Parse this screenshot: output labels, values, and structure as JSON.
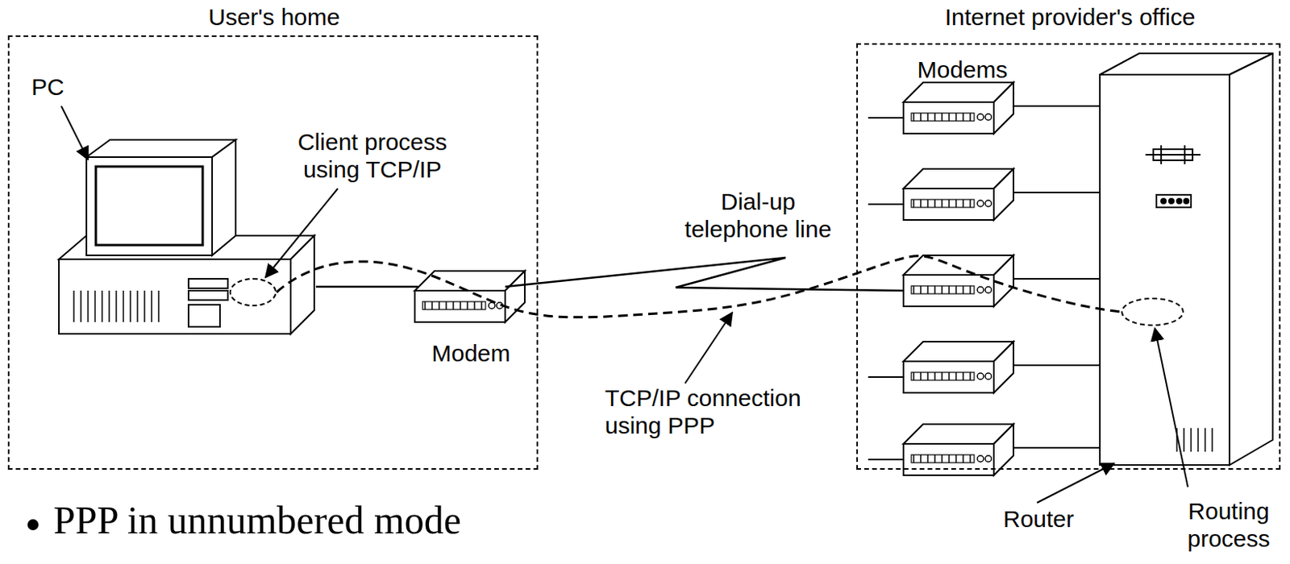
{
  "diagram": {
    "nodes": [
      {
        "text": [
          "User's home"
        ]
      },
      {
        "text": [
          "PC"
        ],
        "in": 0
      },
      {
        "text": [
          "Client process using TCP/IP"
        ],
        "in": 0
      },
      {
        "text": [
          "Modem"
        ],
        "in": 0
      },
      {
        "text": [
          "Internet provider's office"
        ]
      },
      {
        "text": [
          "Router"
        ],
        "in": 4
      },
      {
        "text": [
          "Routing process"
        ],
        "in": 5
      }
    ],
    "edges": [
      {
        "from": 1,
        "to": 3,
        "arrow": "none"
      },
      {
        "from": 2,
        "to": 6,
        "arrow": "none"
      }
    ],
    "labels": [
      "Modems",
      "Dial-up telephone line",
      "TCP/IP connection using PPP",
      "PPP in unnumbered mode"
    ]
  }
}
